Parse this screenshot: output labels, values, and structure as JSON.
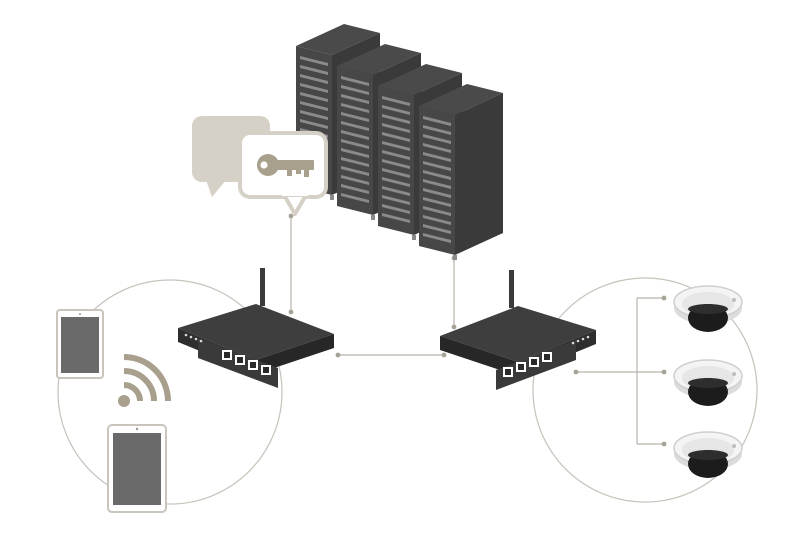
{
  "diagram": {
    "colors": {
      "background": "#ffffff",
      "line": "#b9b5ad",
      "dot": "#a8a398",
      "device_dark": "#3e3e3e",
      "device_mid": "#333333",
      "device_light": "#5a5a5a",
      "accent_beige": "#d6d1c6",
      "accent_khaki": "#a89f8d",
      "accent_khaki_dark": "#8f8574",
      "camera_white": "#f4f4f4",
      "camera_dome": "#1c1c1c"
    },
    "nodes": [
      {
        "name": "server-rack-cluster",
        "icon": "server-rack-icon",
        "count": 4
      },
      {
        "name": "authentication-key-bubble",
        "icon": "key-icon"
      },
      {
        "name": "left-router",
        "icon": "router-icon",
        "ports": 4
      },
      {
        "name": "right-router",
        "icon": "router-icon",
        "ports": 4
      },
      {
        "name": "wireless-devices-group",
        "icon": "tablet-icon",
        "count": 2
      },
      {
        "name": "wifi-signal",
        "icon": "wifi-icon"
      },
      {
        "name": "security-camera-group",
        "icon": "dome-camera-icon",
        "count": 3
      }
    ],
    "links": [
      {
        "from": "authentication-key-bubble",
        "to": "left-router"
      },
      {
        "from": "left-router",
        "to": "right-router"
      },
      {
        "from": "server-rack-cluster",
        "to": "right-router"
      },
      {
        "from": "right-router",
        "to": "security-camera-group"
      }
    ]
  }
}
